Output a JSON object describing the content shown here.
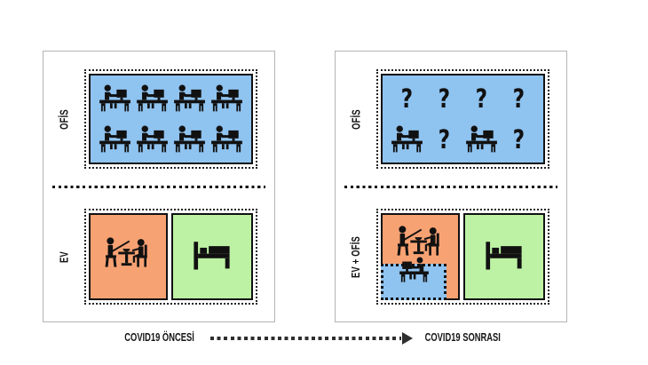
{
  "glyphs": {
    "question_mark": "?"
  },
  "colors": {
    "office_blue": "#8FC3F0",
    "home_orange": "#F7A273",
    "sleep_green": "#BDF2A4",
    "line_black": "#111111",
    "panel_border": "#B4B4B4",
    "arrow_gray": "#2E2E2E"
  },
  "panels": [
    {
      "caption": "COVID19 ÖNCESİ",
      "office": {
        "label": "OFİS",
        "cells": [
          "desk-worker",
          "desk-worker",
          "desk-worker",
          "desk-worker",
          "desk-worker",
          "desk-worker",
          "desk-worker",
          "desk-worker"
        ]
      },
      "home": {
        "label": "EV",
        "rooms": {
          "living": {
            "icon": "dining"
          },
          "bedroom": {
            "icon": "bed"
          }
        }
      }
    },
    {
      "caption": "COVID19 SONRASI",
      "office": {
        "label": "OFİS",
        "cells": [
          "question",
          "question",
          "question",
          "question",
          "desk-worker",
          "question",
          "desk-worker",
          "question"
        ]
      },
      "home": {
        "label": "EV + OFİS",
        "rooms": {
          "living": {
            "icon": "dining"
          },
          "bedroom": {
            "icon": "bed"
          },
          "workspace": {
            "icon": "laptop-worker"
          }
        }
      }
    }
  ]
}
